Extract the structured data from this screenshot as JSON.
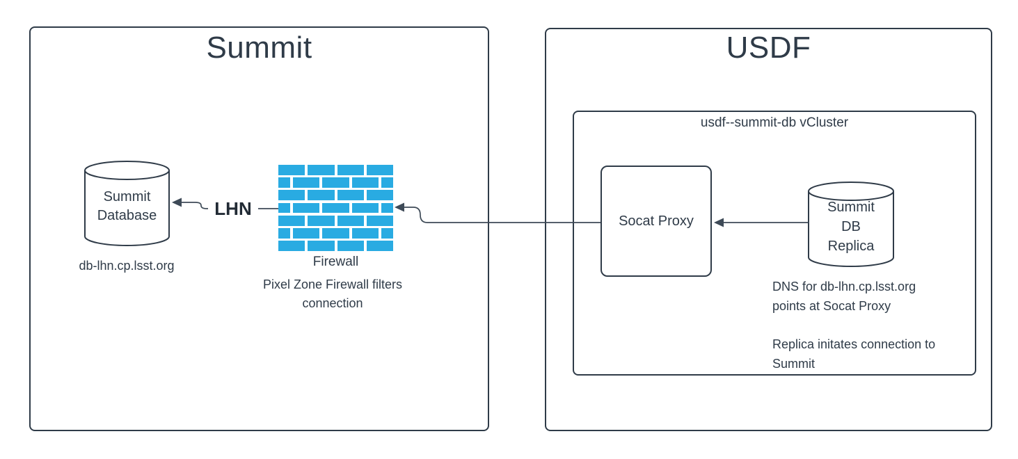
{
  "colors": {
    "border": "#2f3b48",
    "text": "#2f3b48",
    "line": "#3e4a57",
    "brick": "#29abe2",
    "background": "#ffffff"
  },
  "summit": {
    "title": "Summit",
    "database_label": "Summit\nDatabase",
    "database_hostname": "db-lhn.cp.lsst.org",
    "lhn_link_label": "LHN",
    "firewall_label": "Firewall",
    "firewall_caption": "Pixel Zone Firewall filters\nconnection"
  },
  "usdf": {
    "title": "USDF",
    "vcluster_label": "usdf--summit-db vCluster",
    "socat_label": "Socat Proxy",
    "replica_label": "Summit\nDB\nReplica",
    "dns_note": "DNS for db-lhn.cp.lsst.org\npoints at Socat Proxy",
    "replica_note": "Replica initates connection to\nSummit"
  }
}
